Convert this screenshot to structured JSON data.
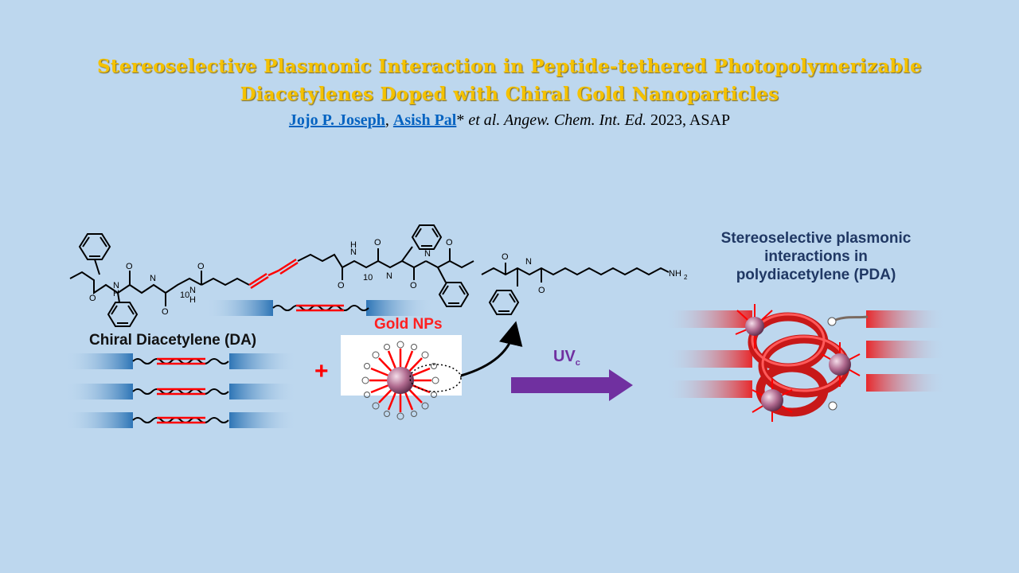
{
  "title_line1": "Stereoselective Plasmonic Interaction in Peptide-tethered Photopolymerizable",
  "title_line2": "Diacetylenes Doped with Chiral Gold Nanoparticles",
  "authors": {
    "author1": "Jojo P. Joseph",
    "sep": ",  ",
    "author2": "Asish Pal",
    "star": "*",
    "etal": " et al. ",
    "journal": "Angew. Chem. Int. Ed.",
    "year": " 2023, ASAP"
  },
  "labels": {
    "chiral_da": "Chiral Diacetylene (DA)",
    "gold_nps": "Gold NPs",
    "uv": "UV",
    "uv_sub": "c",
    "plus": "+",
    "result_line1": "Stereoselective plasmonic",
    "result_line2": "interactions in",
    "result_line3": "polydiacetylene (PDA)"
  },
  "structure": {
    "nh2": "NH",
    "nh2_sub": "2",
    "sub10a": "10",
    "sub10b": "10",
    "o": "O",
    "nh": "N",
    "h": "H"
  },
  "colors": {
    "title": "#f5c200",
    "link": "#0563c1",
    "arrow": "#7030a0",
    "bond": "#ff0000",
    "block": "#2e75b6",
    "pda": "#e8282b",
    "result_text": "#203864"
  }
}
